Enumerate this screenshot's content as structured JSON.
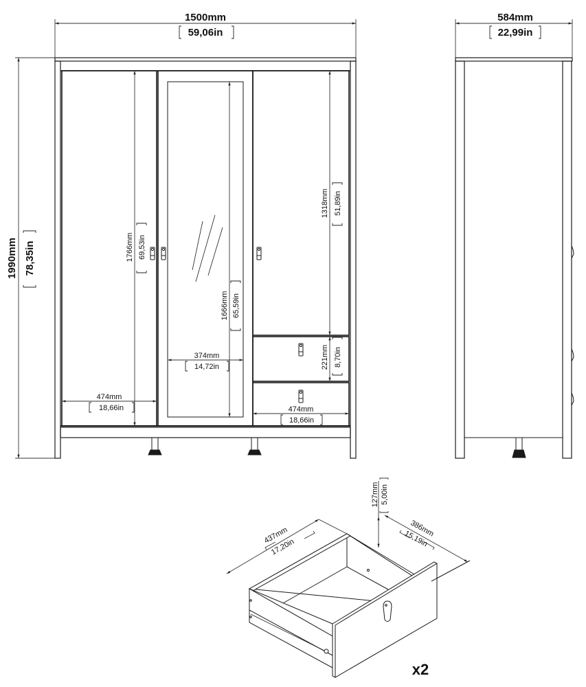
{
  "title": "Wardrobe technical dimension drawing",
  "colors": {
    "line": "#1a1a1a",
    "dim_line": "#333333",
    "background": "#ffffff"
  },
  "front_view": {
    "overall_width": {
      "mm": "1500mm",
      "in": "59,06in"
    },
    "overall_height": {
      "mm": "1990mm",
      "in": "78,35in"
    },
    "left_door_height": {
      "mm": "1766mm",
      "in": "69,53in"
    },
    "left_door_width": {
      "mm": "474mm",
      "in": "18,66in"
    },
    "mirror_height": {
      "mm": "1666mm",
      "in": "65,59in"
    },
    "mirror_width": {
      "mm": "374mm",
      "in": "14,72in"
    },
    "right_door_height": {
      "mm": "1318mm",
      "in": "51,89in"
    },
    "drawer_front_height": {
      "mm": "221mm",
      "in": "8,70in"
    },
    "drawer_section_width": {
      "mm": "474mm",
      "in": "18,66in"
    }
  },
  "side_view": {
    "depth": {
      "mm": "584mm",
      "in": "22,99in"
    }
  },
  "drawer_detail": {
    "inner_width": {
      "mm": "437mm",
      "in": "17,20in"
    },
    "inner_depth": {
      "mm": "386mm",
      "in": "15,19in"
    },
    "inner_height": {
      "mm": "127mm",
      "in": "5,00in"
    },
    "quantity": "x2"
  }
}
